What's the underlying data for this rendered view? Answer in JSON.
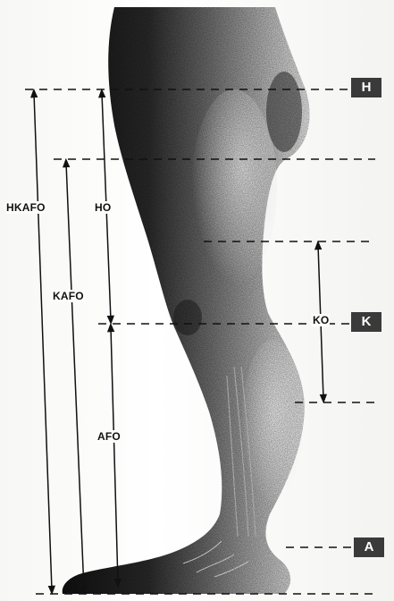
{
  "brace_labels": {
    "hkafo": "HKAFO",
    "kafo": "KAFO",
    "ho": "HO",
    "afo": "AFO",
    "ko": "KO"
  },
  "joint_markers": {
    "hip": "H",
    "knee": "K",
    "ankle": "A"
  },
  "colors": {
    "ink": "#111111",
    "marker_fill": "#3a3a3a",
    "marker_text": "#ffffff",
    "leg_dark": "#1b1b1b",
    "leg_mid": "#5a5a5a",
    "leg_light": "#d9d9d9"
  }
}
